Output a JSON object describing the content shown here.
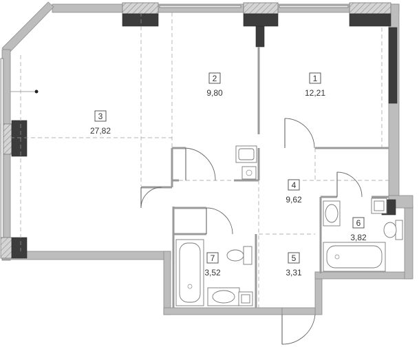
{
  "rooms": [
    {
      "number": "1",
      "area": "12,21"
    },
    {
      "number": "2",
      "area": "9,80"
    },
    {
      "number": "3",
      "area": "27,82"
    },
    {
      "number": "4",
      "area": "9,62"
    },
    {
      "number": "5",
      "area": "3,31"
    },
    {
      "number": "6",
      "area": "3,82"
    },
    {
      "number": "7",
      "area": "3,52"
    }
  ]
}
